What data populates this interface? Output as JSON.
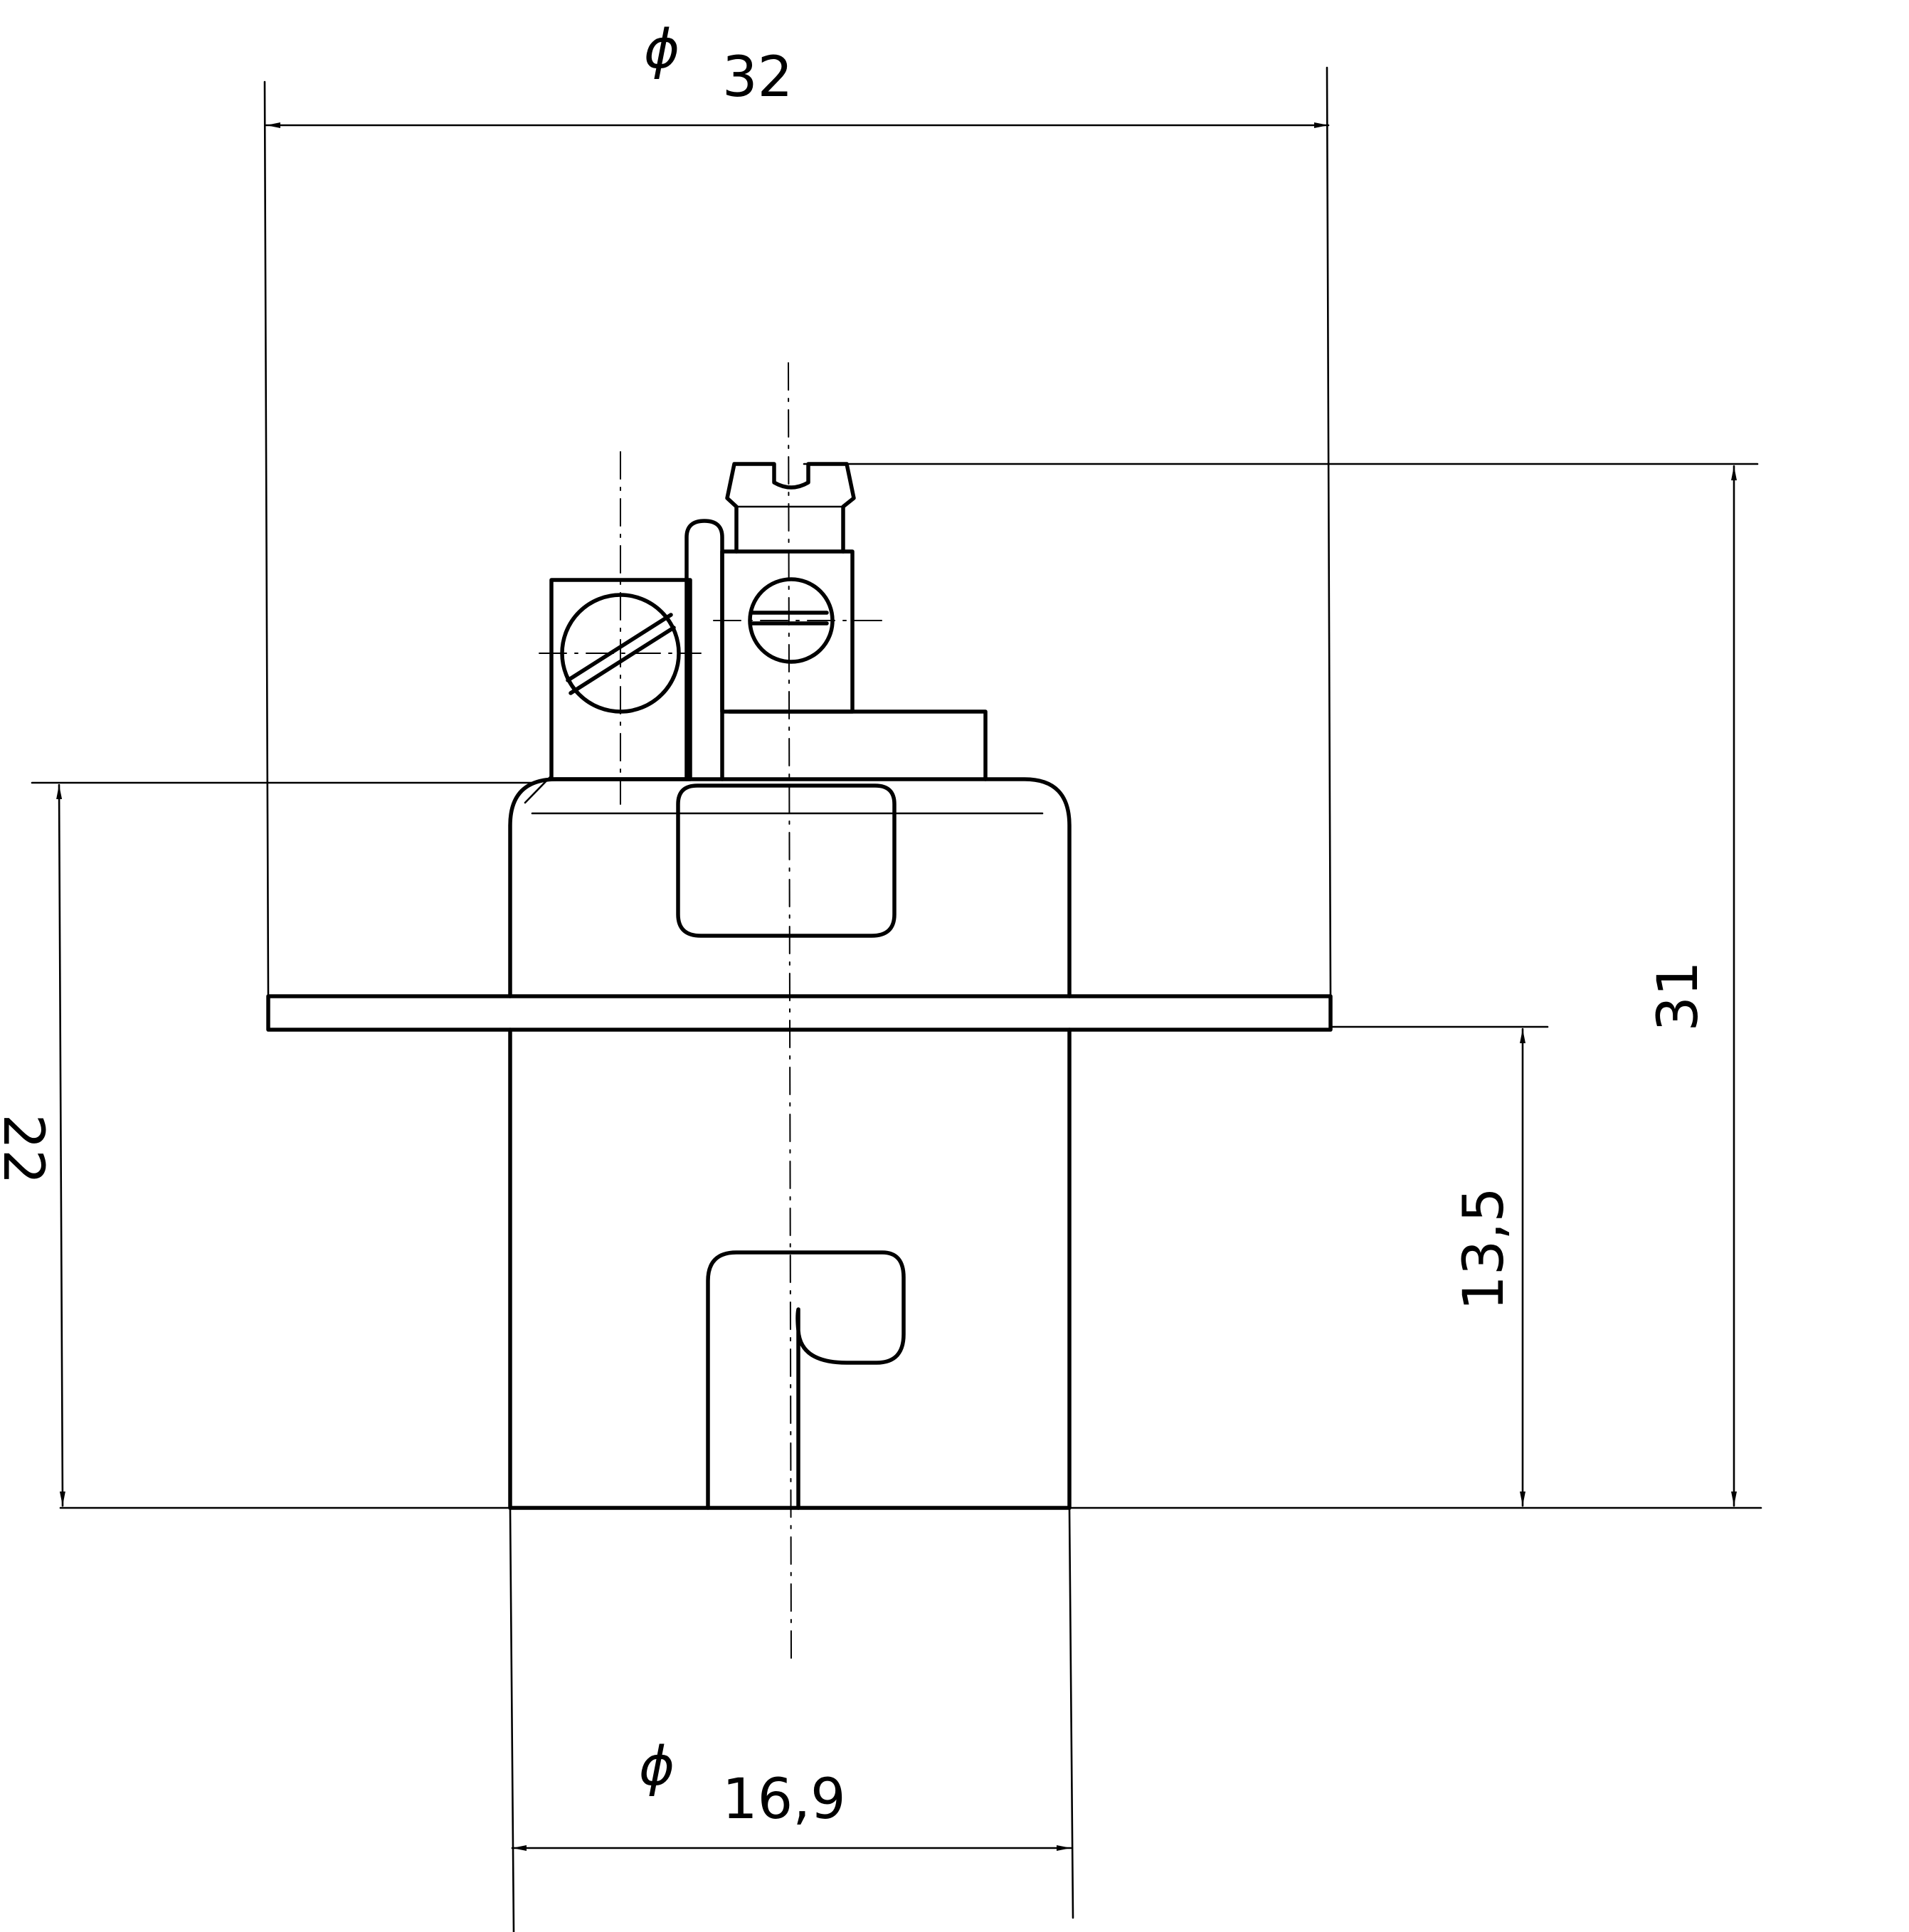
{
  "dimensions": {
    "overall_diameter": {
      "symbol": "ϕ",
      "value": "32"
    },
    "sleeve_diameter": {
      "symbol": "ϕ",
      "value": "16,9"
    },
    "total_height": {
      "value": "31"
    },
    "height_to_flange": {
      "value": "22"
    },
    "sleeve_height": {
      "value": "13,5"
    }
  },
  "colors": {
    "line": "#000000",
    "background": "#ffffff"
  }
}
